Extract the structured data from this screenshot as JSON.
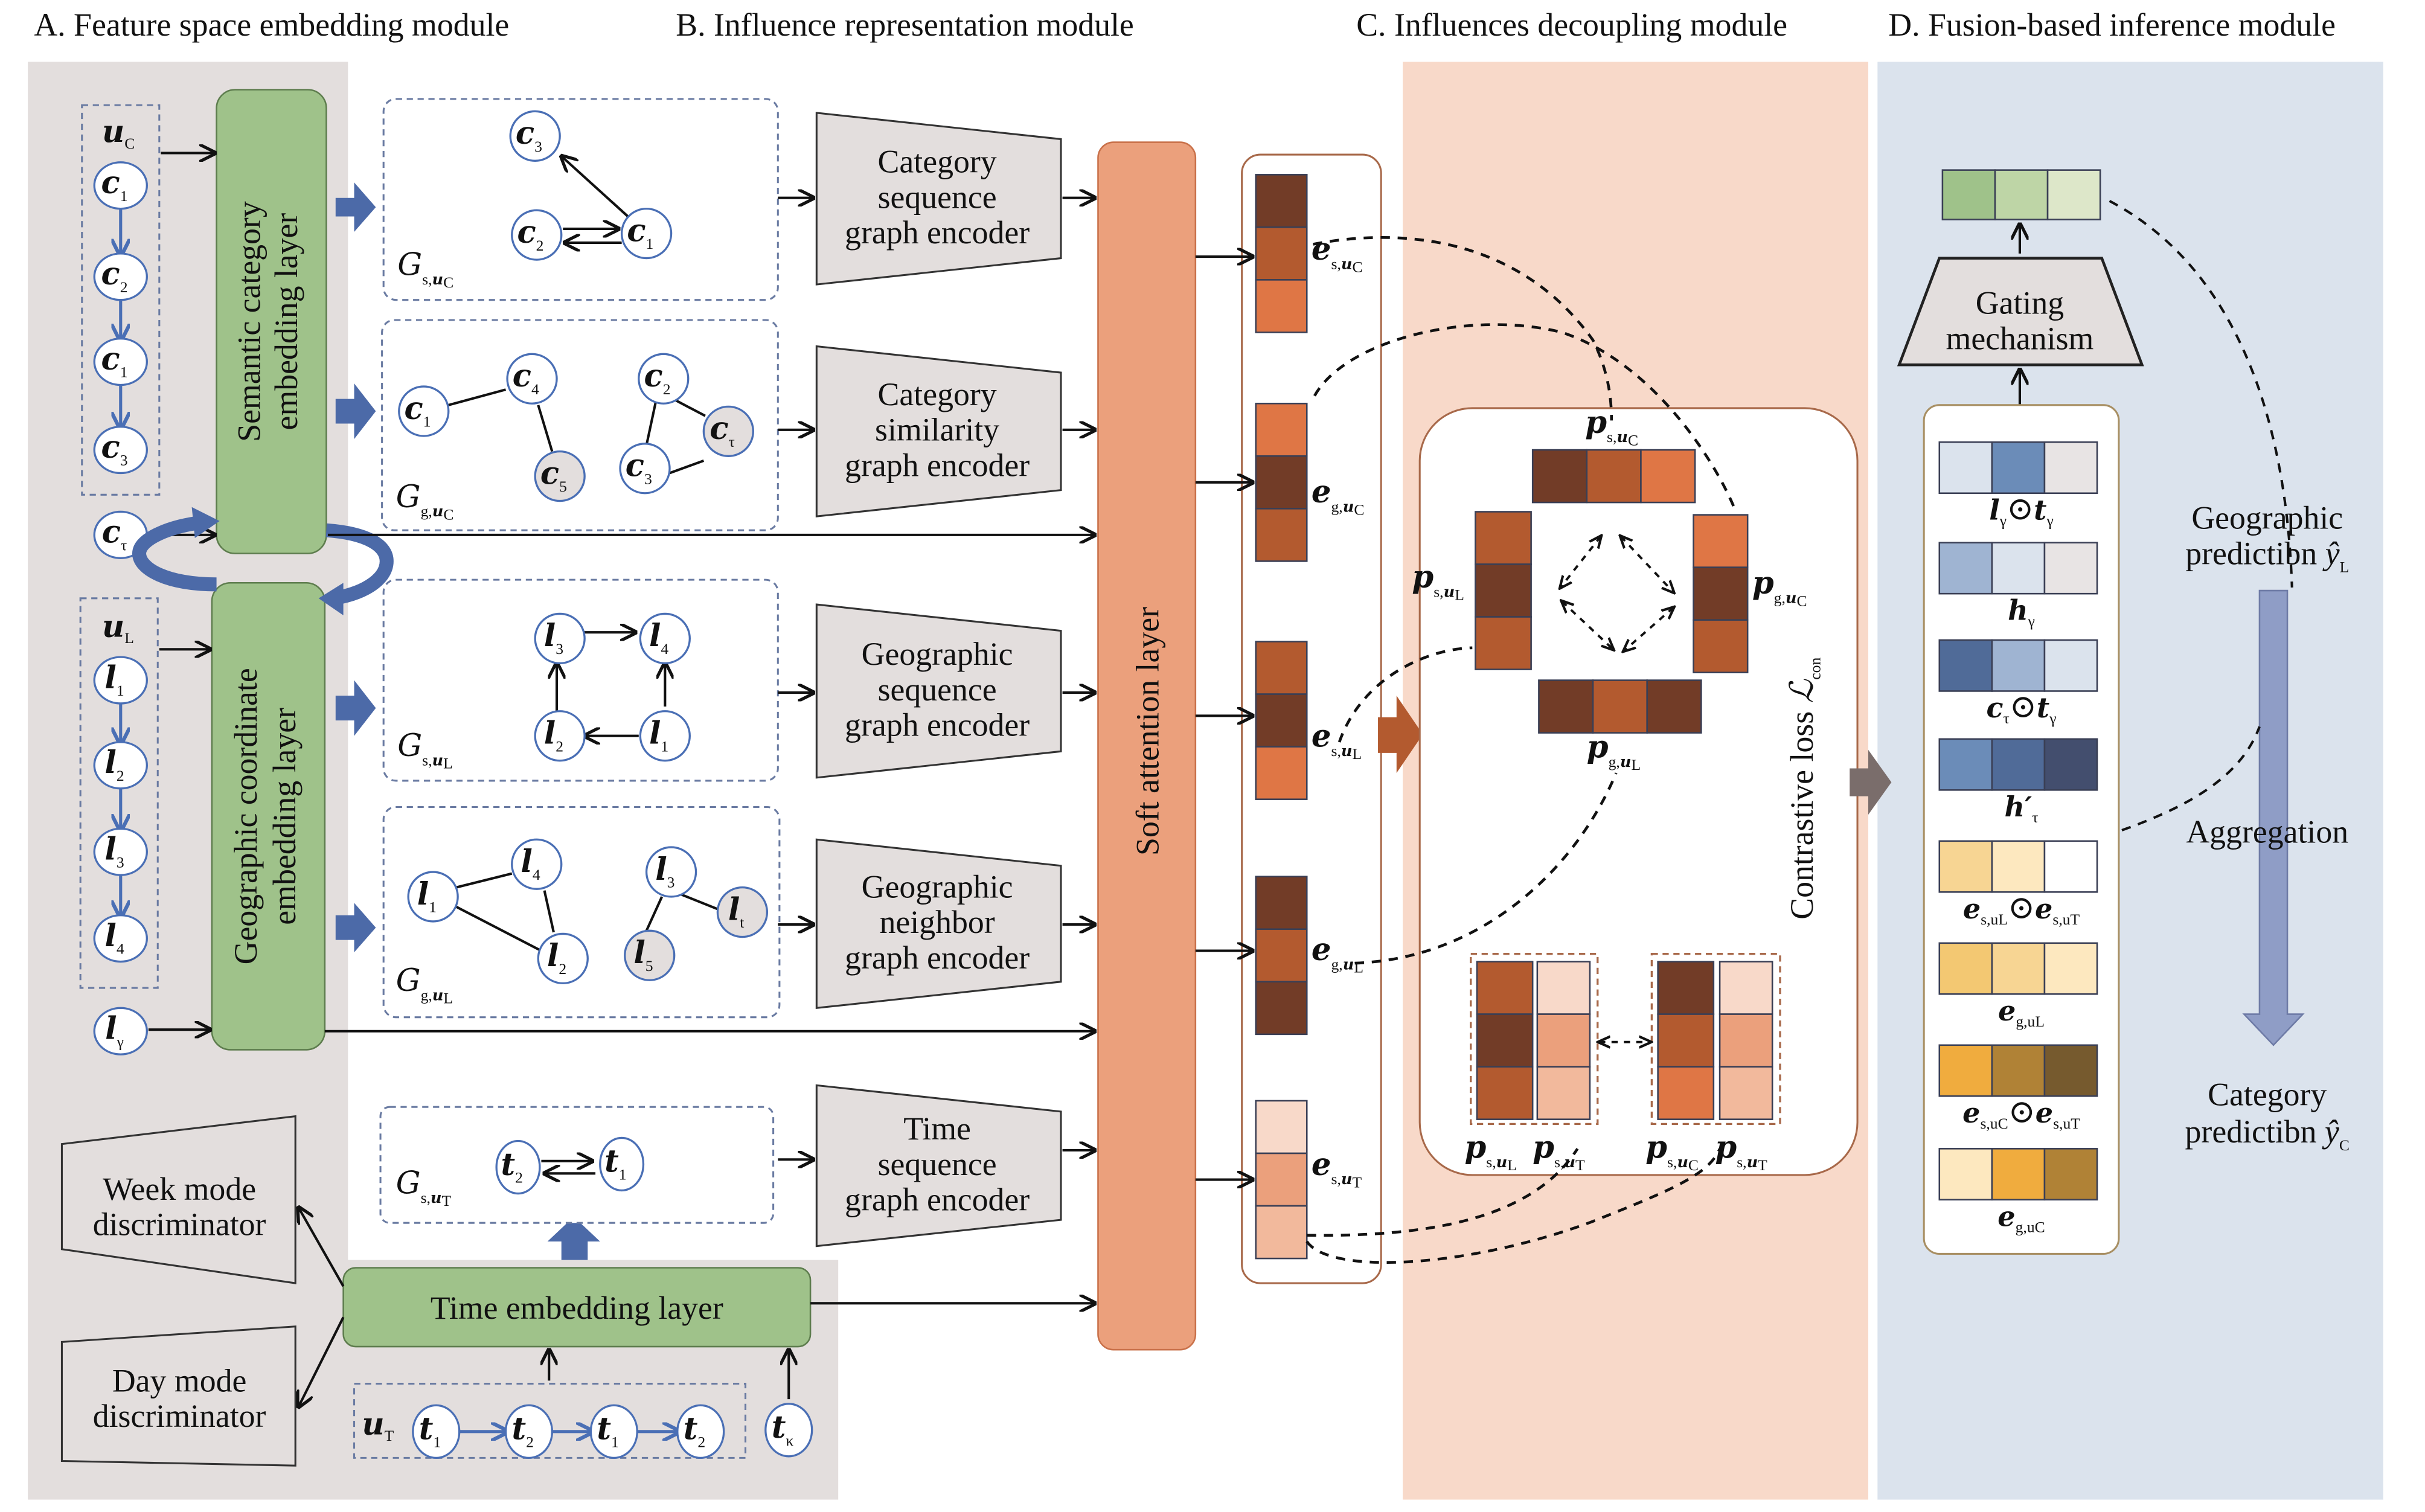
{
  "sections": {
    "a": {
      "title": "A. Feature space embedding module",
      "bg": "#e3dedd"
    },
    "b": {
      "title": "B. Influence representation module"
    },
    "c": {
      "title": "C. Influences decoupling module",
      "bg": "#f8d9c9"
    },
    "d": {
      "title": "D. Fusion-based inference module",
      "bg": "#dbe3ed"
    }
  },
  "module_a": {
    "category_sequence": {
      "label": "u",
      "sub": "C",
      "nodes": [
        {
          "base": "c",
          "sub": "1"
        },
        {
          "base": "c",
          "sub": "2"
        },
        {
          "base": "c",
          "sub": "1"
        },
        {
          "base": "c",
          "sub": "3"
        }
      ]
    },
    "category_target": {
      "base": "c",
      "sub": "τ"
    },
    "location_sequence": {
      "label": "u",
      "sub": "L",
      "nodes": [
        {
          "base": "l",
          "sub": "1"
        },
        {
          "base": "l",
          "sub": "2"
        },
        {
          "base": "l",
          "sub": "3"
        },
        {
          "base": "l",
          "sub": "4"
        }
      ]
    },
    "location_target": {
      "base": "l",
      "sub": "γ"
    },
    "time_sequence": {
      "label": "u",
      "sub": "T",
      "nodes": [
        {
          "base": "t",
          "sub": "1"
        },
        {
          "base": "t",
          "sub": "2"
        },
        {
          "base": "t",
          "sub": "1"
        },
        {
          "base": "t",
          "sub": "2"
        }
      ]
    },
    "time_target": {
      "base": "t",
      "sub": "κ"
    },
    "semantic_layer": {
      "line1": "Semantic category",
      "line2": "embedding layer",
      "color": "#9fc28a"
    },
    "geographic_layer": {
      "line1": "Geographic coordinate",
      "line2": "embedding layer",
      "color": "#9fc28a"
    },
    "time_layer": {
      "label": "Time embedding layer",
      "color": "#9fc28a"
    },
    "week_discriminator": {
      "line1": "Week mode",
      "line2": "discriminator"
    },
    "day_discriminator": {
      "line1": "Day mode",
      "line2": "discriminator"
    }
  },
  "module_b": {
    "graphs": [
      {
        "name": "G",
        "sub1": "s,",
        "sub2": "u",
        "sub3": "C",
        "nodes": [
          {
            "base": "c",
            "sub": "3"
          },
          {
            "base": "c",
            "sub": "2"
          },
          {
            "base": "c",
            "sub": "1"
          }
        ]
      },
      {
        "name": "G",
        "sub1": "g,",
        "sub2": "u",
        "sub3": "C",
        "nodes": [
          {
            "base": "c",
            "sub": "1"
          },
          {
            "base": "c",
            "sub": "4"
          },
          {
            "base": "c",
            "sub": "5"
          },
          {
            "base": "c",
            "sub": "2"
          },
          {
            "base": "c",
            "sub": "τ"
          },
          {
            "base": "c",
            "sub": "3"
          }
        ]
      },
      {
        "name": "G",
        "sub1": "s,",
        "sub2": "u",
        "sub3": "L",
        "nodes": [
          {
            "base": "l",
            "sub": "3"
          },
          {
            "base": "l",
            "sub": "4"
          },
          {
            "base": "l",
            "sub": "2"
          },
          {
            "base": "l",
            "sub": "1"
          }
        ]
      },
      {
        "name": "G",
        "sub1": "g,",
        "sub2": "u",
        "sub3": "L",
        "nodes": [
          {
            "base": "l",
            "sub": "1"
          },
          {
            "base": "l",
            "sub": "4"
          },
          {
            "base": "l",
            "sub": "2"
          },
          {
            "base": "l",
            "sub": "3"
          },
          {
            "base": "l",
            "sub": "5"
          },
          {
            "base": "l",
            "sub": "t"
          }
        ]
      },
      {
        "name": "G",
        "sub1": "s,",
        "sub2": "u",
        "sub3": "T",
        "nodes": [
          {
            "base": "t",
            "sub": "2"
          },
          {
            "base": "t",
            "sub": "1"
          }
        ]
      }
    ],
    "encoders": [
      {
        "line1": "Category",
        "line2": "sequence",
        "line3": "graph encoder"
      },
      {
        "line1": "Category",
        "line2": "similarity",
        "line3": "graph encoder"
      },
      {
        "line1": "Geographic",
        "line2": "sequence",
        "line3": "graph encoder"
      },
      {
        "line1": "Geographic",
        "line2": "neighbor",
        "line3": "graph encoder"
      },
      {
        "line1": "Time",
        "line2": "sequence",
        "line3": "graph encoder"
      }
    ],
    "attention": {
      "label": "Soft attention layer",
      "color": "#eba07c"
    },
    "embeddings": [
      {
        "base": "e",
        "sub1": "s,",
        "sub2": "u",
        "sub3": "C",
        "colors": [
          "#723c27",
          "#b35a2f",
          "#df7645"
        ]
      },
      {
        "base": "e",
        "sub1": "g,",
        "sub2": "u",
        "sub3": "C",
        "colors": [
          "#df7645",
          "#723c27",
          "#b35a2f"
        ]
      },
      {
        "base": "e",
        "sub1": "s,",
        "sub2": "u",
        "sub3": "L",
        "colors": [
          "#b35a2f",
          "#723c27",
          "#df7645"
        ]
      },
      {
        "base": "e",
        "sub1": "g,",
        "sub2": "u",
        "sub3": "L",
        "colors": [
          "#723c27",
          "#b35a2f",
          "#723c27"
        ]
      },
      {
        "base": "e",
        "sub1": "s,",
        "sub2": "u",
        "sub3": "T",
        "colors": [
          "#f8d9c9",
          "#eba07c",
          "#f2b99c"
        ]
      }
    ]
  },
  "module_c": {
    "contrastive_label": "Contrastive loss ",
    "contrastive_symbol": "ℒ",
    "contrastive_sub": "con",
    "projections": [
      {
        "id": "p_s_uC",
        "base": "p",
        "sub1": "s,",
        "sub2": "u",
        "sub3": "C",
        "colors": [
          "#723c27",
          "#b35a2f",
          "#df7645"
        ]
      },
      {
        "id": "p_s_uL",
        "base": "p",
        "sub1": "s,",
        "sub2": "u",
        "sub3": "L",
        "colors": [
          "#b35a2f",
          "#723c27",
          "#b35a2f"
        ]
      },
      {
        "id": "p_g_uC",
        "base": "p",
        "sub1": "g,",
        "sub2": "u",
        "sub3": "C",
        "colors": [
          "#df7645",
          "#723c27",
          "#b35a2f"
        ]
      },
      {
        "id": "p_g_uL",
        "base": "p",
        "sub1": "g,",
        "sub2": "u",
        "sub3": "L",
        "colors": [
          "#723c27",
          "#b35a2f",
          "#723c27"
        ]
      }
    ],
    "pairs": [
      {
        "left": {
          "base": "p",
          "sub1": "s,",
          "sub2": "u",
          "sub3": "L",
          "colors": [
            "#b35a2f",
            "#723c27",
            "#b35a2f"
          ]
        },
        "right": {
          "base": "p",
          "sub1": "s,",
          "sub2": "u",
          "sub3": "T",
          "colors": [
            "#f8d9c9",
            "#eba07c",
            "#f2b99c"
          ]
        }
      },
      {
        "left": {
          "base": "p",
          "sub1": "s,",
          "sub2": "u",
          "sub3": "C",
          "colors": [
            "#723c27",
            "#b35a2f",
            "#df7645"
          ]
        },
        "right": {
          "base": "p",
          "sub1": "s,",
          "sub2": "u",
          "sub3": "T",
          "colors": [
            "#f8d9c9",
            "#eba07c",
            "#f2b99c"
          ]
        }
      }
    ]
  },
  "module_d": {
    "output_colors": [
      "#9fc28a",
      "#bed5a6",
      "#dde7c9"
    ],
    "gating": {
      "line1": "Gating",
      "line2": "mechanism"
    },
    "features": [
      {
        "label": "l_γ ⊙ t_γ",
        "parts": [
          {
            "b": "l",
            "s": "γ"
          },
          {
            "op": "⊙"
          },
          {
            "b": "t",
            "s": "γ"
          }
        ],
        "colors": [
          "#dbe3ed",
          "#6b8cb8",
          "#e8e4e4"
        ]
      },
      {
        "label": "h_γ",
        "parts": [
          {
            "b": "h",
            "s": "γ"
          }
        ],
        "colors": [
          "#9fb4d2",
          "#dbe3ed",
          "#e8e4e4"
        ]
      },
      {
        "label": "c_τ ⊙ t_γ",
        "parts": [
          {
            "b": "c",
            "s": "τ"
          },
          {
            "op": "⊙"
          },
          {
            "b": "t",
            "s": "γ"
          }
        ],
        "colors": [
          "#506b98",
          "#9fb4d2",
          "#dbe3ed"
        ]
      },
      {
        "label": "h'_τ",
        "parts": [
          {
            "b": "h′",
            "s": "τ"
          }
        ],
        "colors": [
          "#6b8cb8",
          "#506b98",
          "#434e6e"
        ]
      },
      {
        "label": "e_s,uL ⊙ e_s,uT",
        "parts": [
          {
            "b": "e",
            "s": "s,uL"
          },
          {
            "op": "⊙"
          },
          {
            "b": "e",
            "s": "s,uT"
          }
        ],
        "colors": [
          "#f7d593",
          "#fde8bf",
          "#ffffff"
        ]
      },
      {
        "label": "e_g,uL",
        "parts": [
          {
            "b": "e",
            "s": "g,uL"
          }
        ],
        "colors": [
          "#f3c872",
          "#f7d593",
          "#fde8bf"
        ]
      },
      {
        "label": "e_s,uC ⊙ e_s,uT",
        "parts": [
          {
            "b": "e",
            "s": "s,uC"
          },
          {
            "op": "⊙"
          },
          {
            "b": "e",
            "s": "s,uT"
          }
        ],
        "colors": [
          "#f0ac3e",
          "#b08236",
          "#765a2e"
        ]
      },
      {
        "label": "e_g,uC",
        "parts": [
          {
            "b": "e",
            "s": "g,uC"
          }
        ],
        "colors": [
          "#fde8bf",
          "#f0ac3e",
          "#b08236"
        ]
      }
    ],
    "geo_prediction": {
      "line1": "Geographic",
      "line2": "predictibn ",
      "symbol": "ŷ",
      "sub": "L"
    },
    "aggregation": "Aggregation",
    "cat_prediction": {
      "line1": "Category",
      "line2": "predictibn ",
      "symbol": "ŷ",
      "sub": "C"
    },
    "aggregation_arrow_color": "#8f9dc6"
  }
}
